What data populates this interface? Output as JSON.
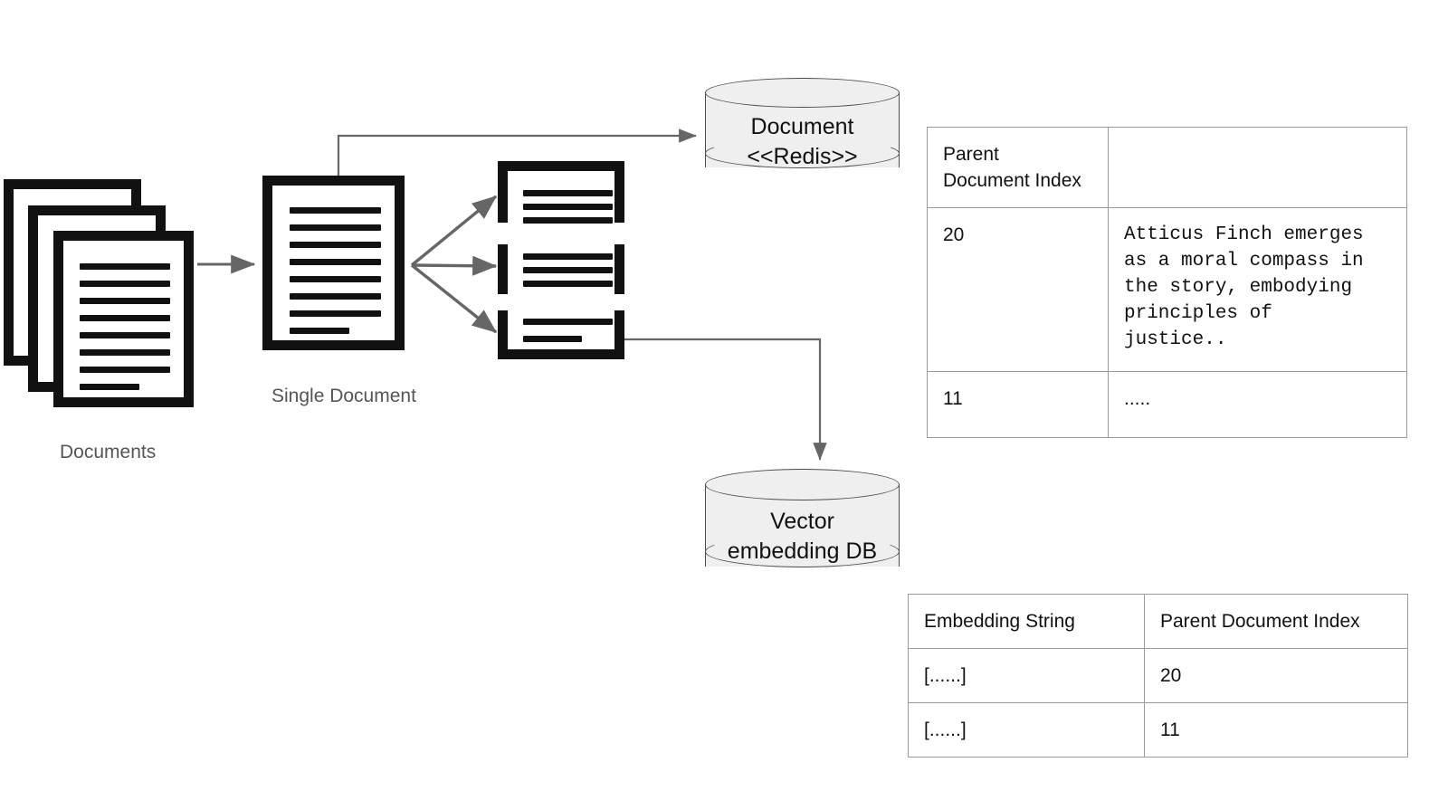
{
  "diagram": {
    "title": "Parent Document Retriever indexing flow",
    "background_color": "#ffffff",
    "arrow_color": "#666666",
    "icon_color": "#111111",
    "cylinder_fill": "#efefef",
    "cylinder_stroke": "#4d4d4d",
    "green_text_color": "#1e8040",
    "table_border_color": "#9a9a9a"
  },
  "nodes": {
    "documents_stack": {
      "label": "Documents",
      "page_count": 3
    },
    "single_document": {
      "label": "Single Document",
      "line_count": 8
    },
    "chunks": {
      "chunk_top_lines": 3,
      "chunk_mid_lines": 3,
      "chunk_bottom_lines": 2
    },
    "document_store": {
      "line1": "Document",
      "line2": "<<Redis>>"
    },
    "vector_store": {
      "line1": "Vector",
      "line2": "embedding DB"
    }
  },
  "parent_doc_table": {
    "header": {
      "col1": "Parent\nDocument Index",
      "col2": ""
    },
    "rows": [
      {
        "index": "20",
        "content": "Atticus Finch emerges\nas a moral compass in\nthe story, embodying\nprinciples of\njustice.."
      },
      {
        "index": "11",
        "content": "....."
      }
    ]
  },
  "embedding_table": {
    "header": {
      "col1": "Embedding String",
      "col2": "Parent Document Index"
    },
    "rows": [
      {
        "embedding": "[......]",
        "index": "20"
      },
      {
        "embedding": "[......]",
        "index": "11"
      }
    ]
  }
}
